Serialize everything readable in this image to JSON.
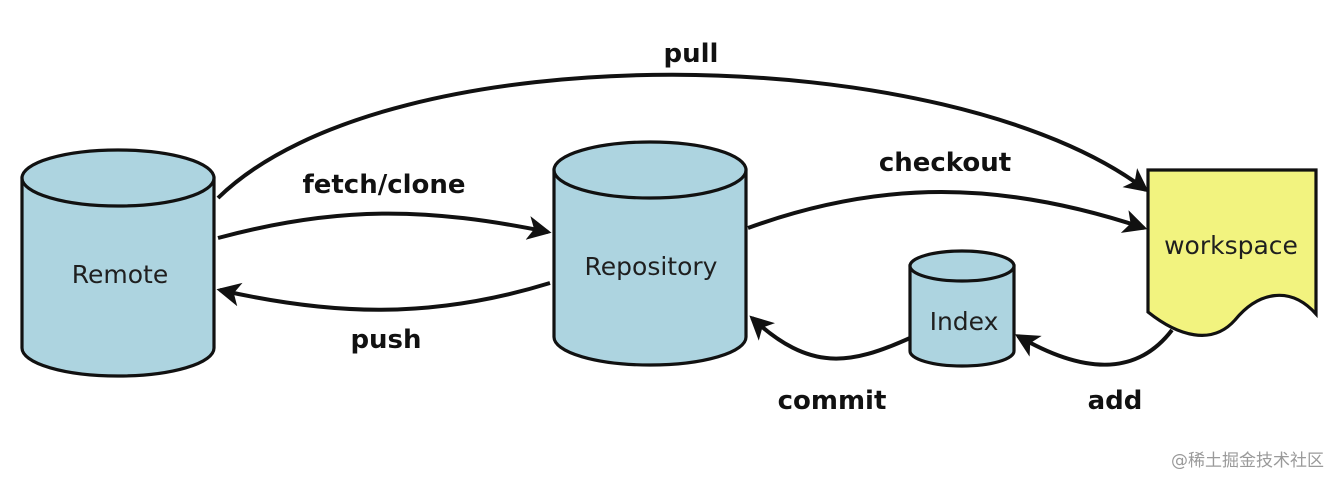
{
  "nodes": {
    "remote": "Remote",
    "repository": "Repository",
    "index": "Index",
    "workspace": "workspace"
  },
  "edges": {
    "pull": "pull",
    "fetch_clone": "fetch/clone",
    "push": "push",
    "checkout": "checkout",
    "commit": "commit",
    "add": "add"
  },
  "watermark": "@稀土掘金技术社区",
  "colors": {
    "cylinder_fill": "#add4e0",
    "workspace_fill": "#f2f37f",
    "stroke": "#111111"
  }
}
